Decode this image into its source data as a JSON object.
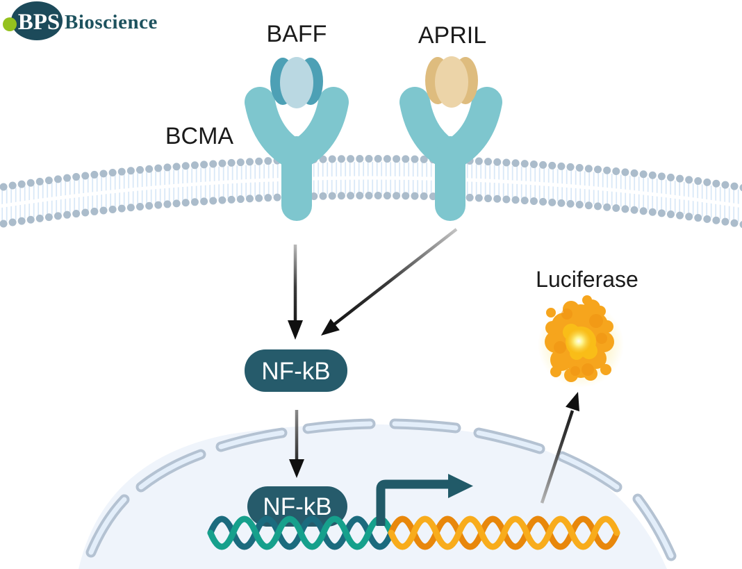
{
  "logo": {
    "abbr": "BPS",
    "name": "Bioscience"
  },
  "labels": {
    "ligand_left": "BAFF",
    "ligand_right": "APRIL",
    "receptor": "BCMA",
    "reporter": "Luciferase",
    "tf_cytoplasm": "NF-kB",
    "tf_nucleus": "NF-kB"
  },
  "colors": {
    "receptor": "#7ec6ce",
    "baff_outer": "#4da0b5",
    "baff_inner": "#bad8e2",
    "april_outer": "#debc7e",
    "april_inner": "#ecd4a8",
    "membrane_head": "#abbccb",
    "membrane_tail": "#d9e8f7",
    "nfkb_pill": "#265b6b",
    "nfkb_text": "#ffffff",
    "label_text": "#1a1a1a",
    "arrow": "#111111",
    "nucleus_fill": "#eff4fb",
    "nucleus_envelope_outer": "#b4c2d2",
    "nucleus_envelope_inner": "#e3eefa",
    "dna_teal_dark": "#1b6b7e",
    "dna_teal_bright": "#16a08c",
    "dna_orange_dark": "#e8870b",
    "dna_orange_light": "#f8ac1c",
    "transcription_arrow": "#215a68",
    "luciferase_main": "#f6a51d",
    "luciferase_mid": "#f9bd18",
    "luciferase_dark": "#ef9110",
    "luciferase_glow": "#fdf3c0",
    "logo_navy": "#1c4a5a",
    "logo_green": "#94c11e",
    "logo_text": "#1d525e"
  }
}
